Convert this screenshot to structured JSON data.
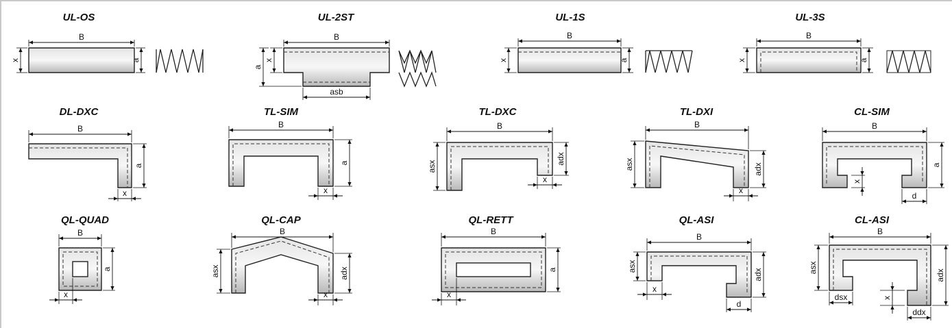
{
  "labels": {
    "B": "B",
    "a": "a",
    "x": "x",
    "asb": "asb",
    "asx": "asx",
    "adx": "adx",
    "d": "d",
    "dsx": "dsx",
    "ddx": "ddx"
  },
  "profiles": [
    {
      "id": "ul-os",
      "title": "UL-OS"
    },
    {
      "id": "ul-2st",
      "title": "UL-2ST"
    },
    {
      "id": "ul-1s",
      "title": "UL-1S"
    },
    {
      "id": "ul-3s",
      "title": "UL-3S"
    },
    {
      "id": "dl-dxc",
      "title": "DL-DXC"
    },
    {
      "id": "tl-sim",
      "title": "TL-SIM"
    },
    {
      "id": "tl-dxc",
      "title": "TL-DXC"
    },
    {
      "id": "tl-dxi",
      "title": "TL-DXI"
    },
    {
      "id": "cl-sim",
      "title": "CL-SIM"
    },
    {
      "id": "ql-quad",
      "title": "QL-QUAD"
    },
    {
      "id": "ql-cap",
      "title": "QL-CAP"
    },
    {
      "id": "ql-rett",
      "title": "QL-RETT"
    },
    {
      "id": "ql-asi",
      "title": "QL-ASI"
    },
    {
      "id": "cl-asi",
      "title": "CL-ASI"
    }
  ],
  "colors": {
    "metal_light": "#f4f4f4",
    "metal_dark": "#b9b9b9",
    "stroke": "#222222"
  }
}
